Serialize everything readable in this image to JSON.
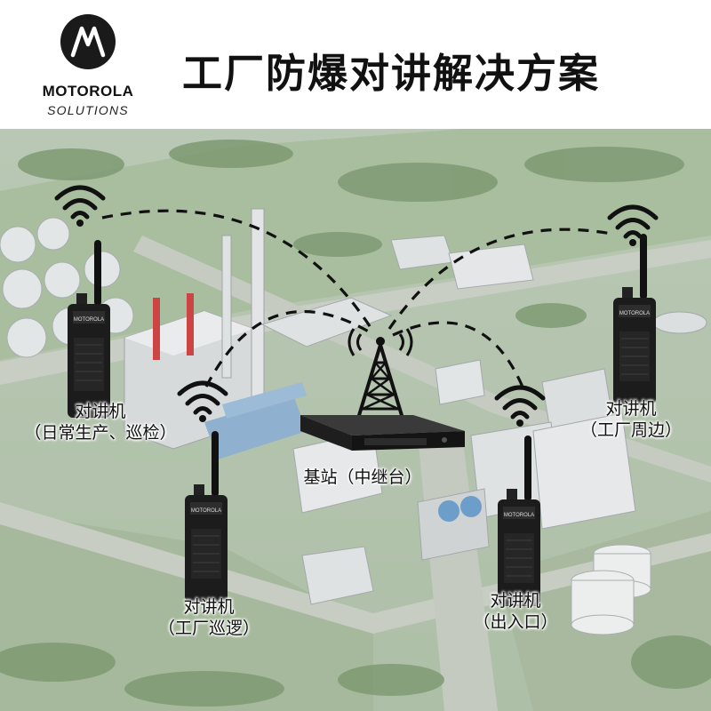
{
  "header": {
    "brand": "MOTOROLA",
    "brand_sub": "SOLUTIONS",
    "title": "工厂防爆对讲解决方案"
  },
  "labels": {
    "radio_left": {
      "name": "对讲机",
      "desc": "（日常生产、巡检）"
    },
    "radio_right": {
      "name": "对讲机",
      "desc": "（工厂周边）"
    },
    "radio_bottom_left": {
      "name": "对讲机",
      "desc": "（工厂巡逻）"
    },
    "radio_bottom_right": {
      "name": "对讲机",
      "desc": "（出入口）"
    },
    "base_station": "基站（中继台）"
  },
  "icons": [
    "motorola-logo-icon",
    "wifi-signal-icon",
    "walkie-talkie-icon",
    "radio-tower-icon",
    "repeater-icon"
  ],
  "colors": {
    "link_line": "#111111",
    "background": "#b4c4ae"
  }
}
